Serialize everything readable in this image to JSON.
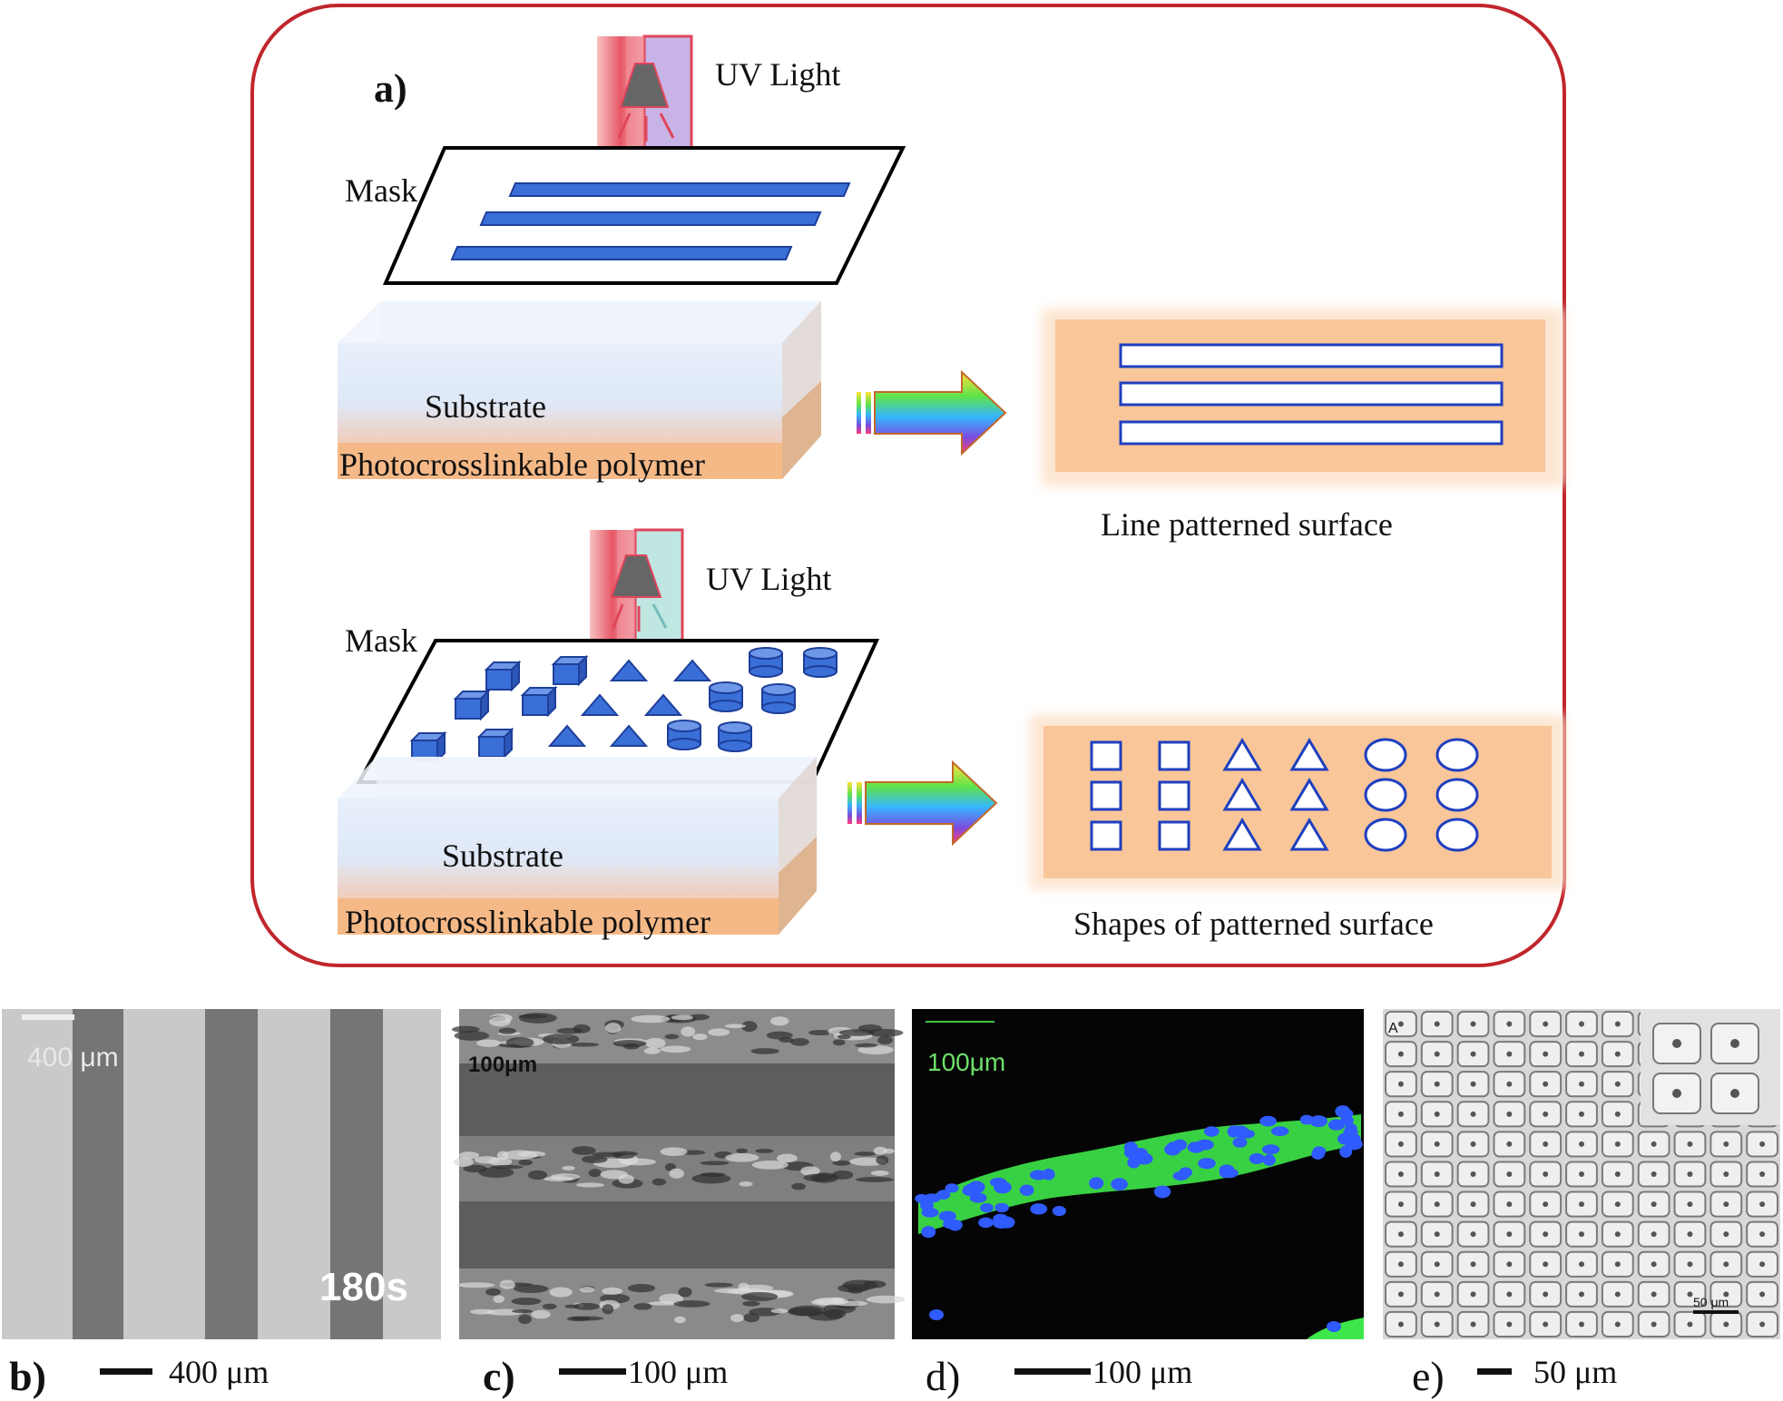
{
  "panel_a": {
    "label": "a)",
    "uv_light_label_top": "UV Light",
    "uv_light_label_bottom": "UV Light",
    "mask_label_top": "Mask",
    "mask_label_bottom": "Mask",
    "substrate_label_top": "Substrate",
    "substrate_label_bottom": "Substrate",
    "polymer_label_top": "Photocrosslinkable polymer",
    "polymer_label_bottom": "Photocrosslinkable polymer",
    "result_top_caption": "Line patterned surface",
    "result_bottom_caption": "Shapes of patterned surface"
  },
  "micrographs": {
    "b": {
      "label": "b)",
      "scale_text": "400 μm",
      "overlay_scale": "400 μm",
      "overlay_time": "180s"
    },
    "c": {
      "label": "c)",
      "scale_text": "100 μm",
      "overlay_scale": "100μm"
    },
    "d": {
      "label": "d)",
      "scale_text": "100 μm",
      "overlay_scale": "100μm"
    },
    "e": {
      "label": "e)",
      "scale_text": "50 μm",
      "overlay_scale": "50 μm",
      "overlay_corner": "A"
    }
  },
  "colors": {
    "border": "#c0262c",
    "mask_feature": "#3a6fd8",
    "polymer": "#f5b987",
    "patterned_surface": "#f9c69a",
    "pattern_outline": "#1f3fbf",
    "fluorescent_green": "#3ee84a",
    "nuclei_blue": "#2f5bff"
  }
}
